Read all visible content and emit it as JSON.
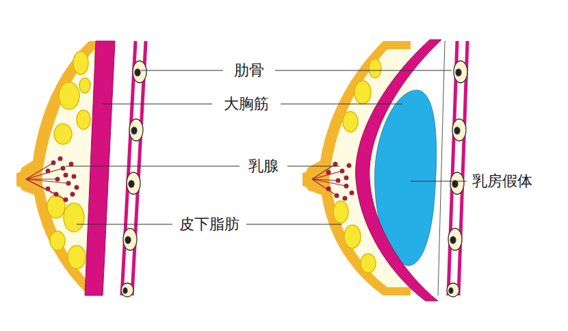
{
  "diagram": {
    "labels": [
      "肋骨",
      "大胸筋",
      "乳腺",
      "皮下脂肪",
      "乳房假体"
    ]
  }
}
